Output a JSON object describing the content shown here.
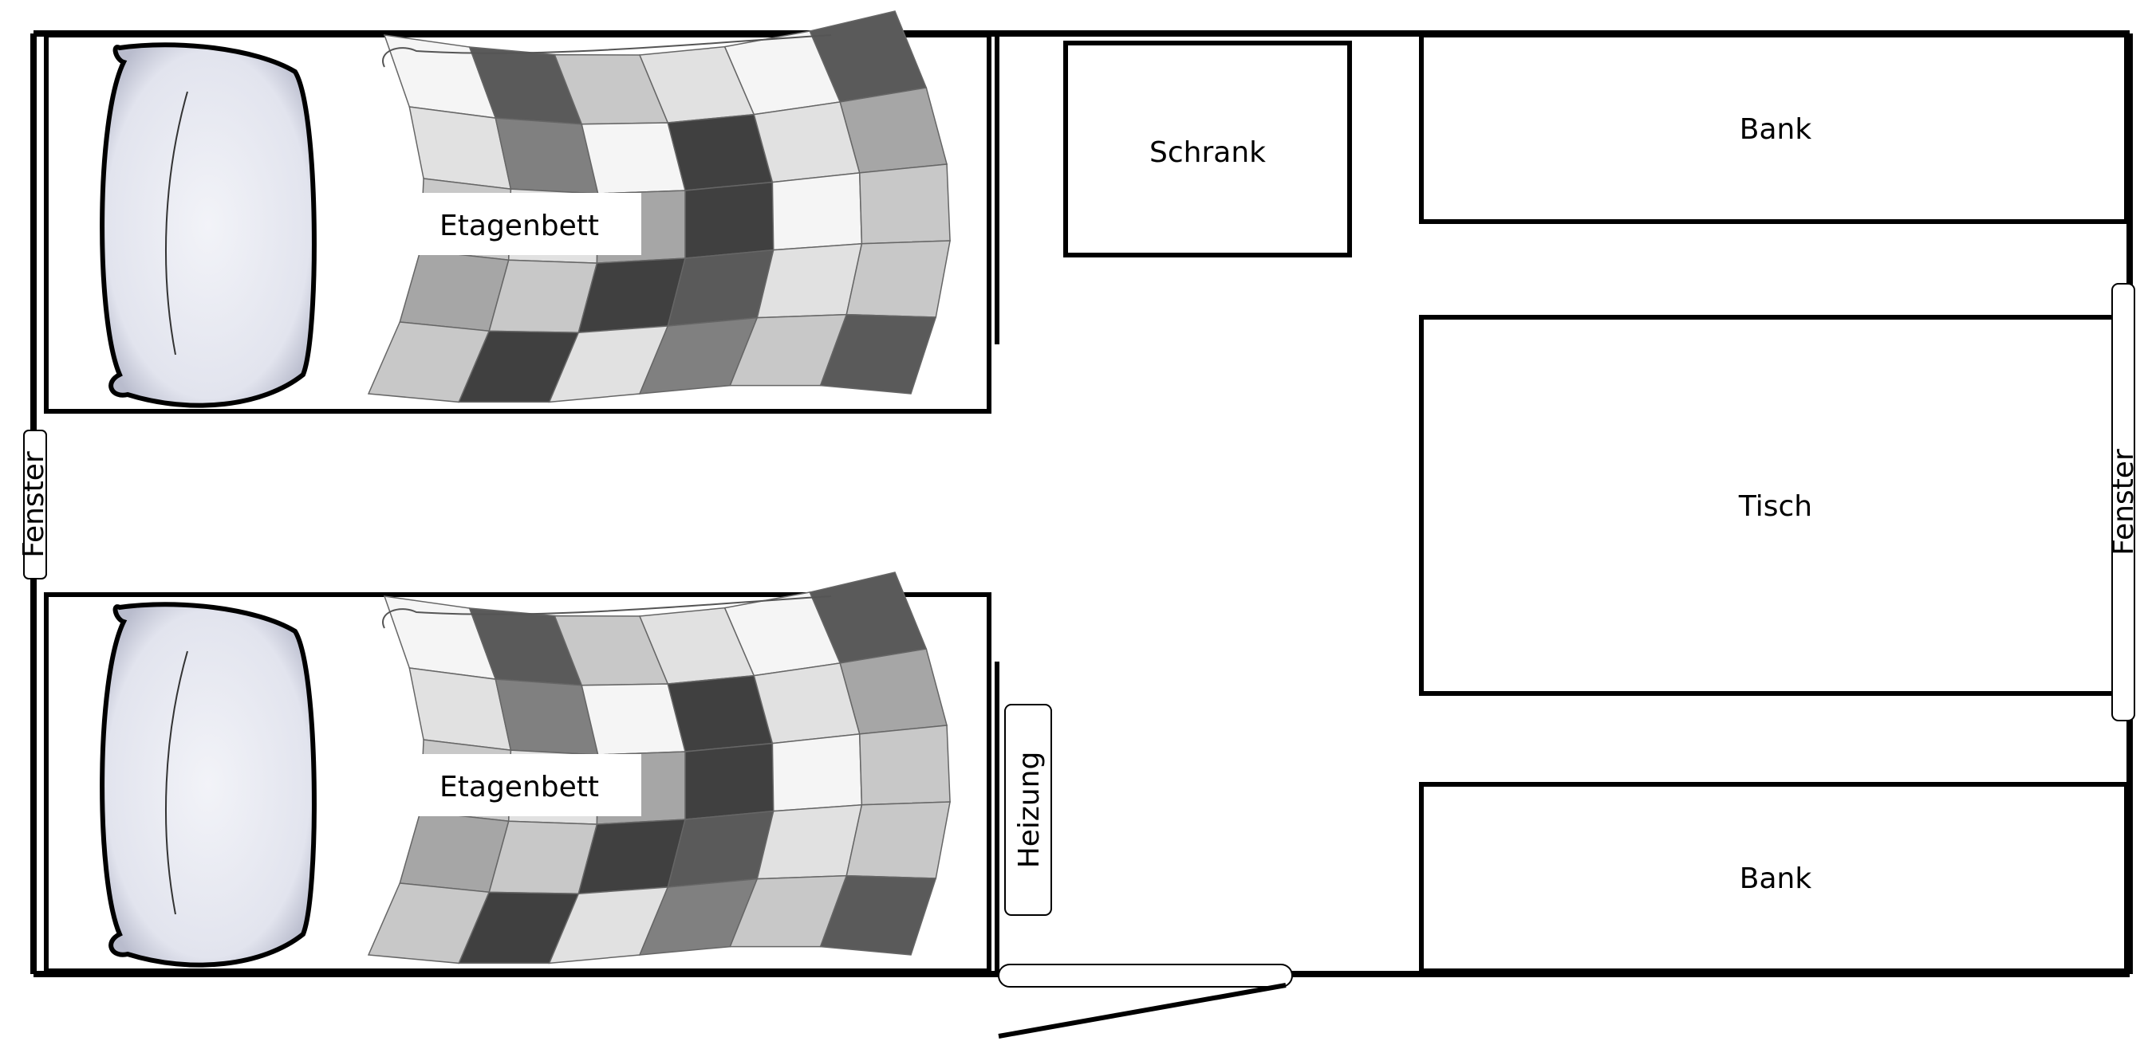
{
  "labels": {
    "bed_top": "Etagenbett",
    "bed_bottom": "Etagenbett",
    "wardrobe": "Schrank",
    "bench_top": "Bank",
    "table": "Tisch",
    "bench_bottom": "Bank",
    "window_left": "Fenster",
    "window_right": "Fenster",
    "heater": "Heizung"
  },
  "colors": {
    "wall": "#000000",
    "pillow": "#e7e8f0",
    "blanket_shades": [
      "#f5f5f5",
      "#e1e1e1",
      "#c8c8c8",
      "#a6a6a6",
      "#808080",
      "#5a5a5a",
      "#404040"
    ]
  }
}
